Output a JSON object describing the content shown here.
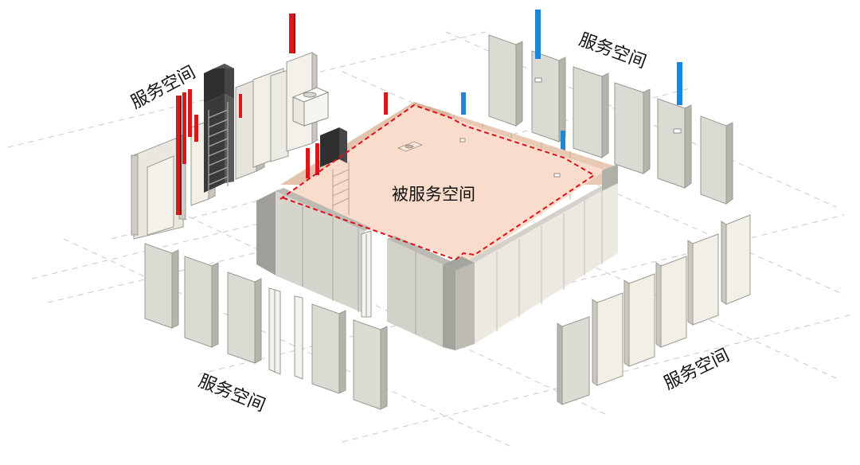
{
  "labels": {
    "served_space": "被服务空间",
    "service_top_left": "服务空间",
    "service_top_right": "服务空间",
    "service_bottom_left": "服务空间",
    "service_bottom_right": "服务空间"
  },
  "colors": {
    "background": "#ffffff",
    "guide_line": "#c8c8c8",
    "served_fill": "#f6d6c2",
    "served_border": "#e0101a",
    "panel_front": "#dcdbd3",
    "panel_side": "#b9b8b0",
    "panel_light": "#f1efe6",
    "riser_red": "#d7191c",
    "riser_blue": "#1f86d6",
    "dark_block": "#3a3a3a"
  }
}
